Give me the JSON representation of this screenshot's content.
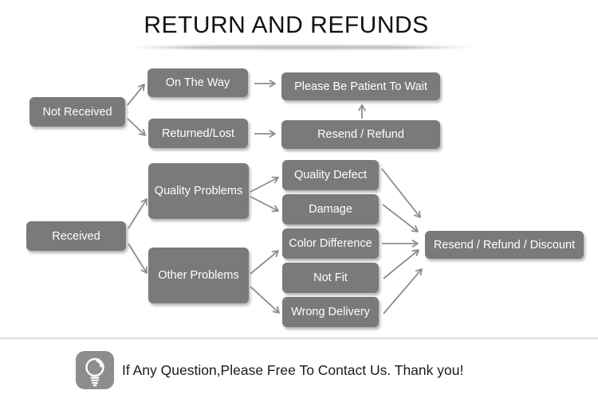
{
  "title": "RETURN AND REFUNDS",
  "nodes": {
    "not_received": "Not Received",
    "on_the_way": "On The Way",
    "returned_lost": "Returned/Lost",
    "please_wait": "Please Be Patient To Wait",
    "resend_refund": "Resend / Refund",
    "received": "Received",
    "quality_problems": "Quality Problems",
    "other_problems": "Other Problems",
    "quality_defect": "Quality Defect",
    "damage": "Damage",
    "color_difference": "Color Difference",
    "not_fit": "Not Fit",
    "wrong_delivery": "Wrong Delivery",
    "resend_refund_discount": "Resend / Refund / Discount"
  },
  "edges": [
    {
      "from": "not_received",
      "to": "on_the_way"
    },
    {
      "from": "not_received",
      "to": "returned_lost"
    },
    {
      "from": "on_the_way",
      "to": "please_wait"
    },
    {
      "from": "returned_lost",
      "to": "resend_refund"
    },
    {
      "from": "resend_refund",
      "to": "please_wait"
    },
    {
      "from": "received",
      "to": "quality_problems"
    },
    {
      "from": "received",
      "to": "other_problems"
    },
    {
      "from": "quality_problems",
      "to": "quality_defect"
    },
    {
      "from": "quality_problems",
      "to": "damage"
    },
    {
      "from": "other_problems",
      "to": "color_difference"
    },
    {
      "from": "other_problems",
      "to": "wrong_delivery"
    },
    {
      "from": "quality_defect",
      "to": "resend_refund_discount"
    },
    {
      "from": "damage",
      "to": "resend_refund_discount"
    },
    {
      "from": "color_difference",
      "to": "resend_refund_discount"
    },
    {
      "from": "not_fit",
      "to": "resend_refund_discount"
    },
    {
      "from": "wrong_delivery",
      "to": "resend_refund_discount"
    }
  ],
  "footer": {
    "icon": "lightbulb-icon",
    "message": "If Any Question,Please Free To Contact Us. Thank you!"
  },
  "colors": {
    "node_fill": "#7a7a7a",
    "node_text": "#ffffff",
    "arrow": "#8d8d8d",
    "title_text": "#111111",
    "title_divider": "#bdbdbd",
    "footer_rule": "#dadada",
    "icon_fill": "#8d8d8d",
    "icon_glyph": "#ffffff",
    "footer_text": "#1b1b1b"
  }
}
